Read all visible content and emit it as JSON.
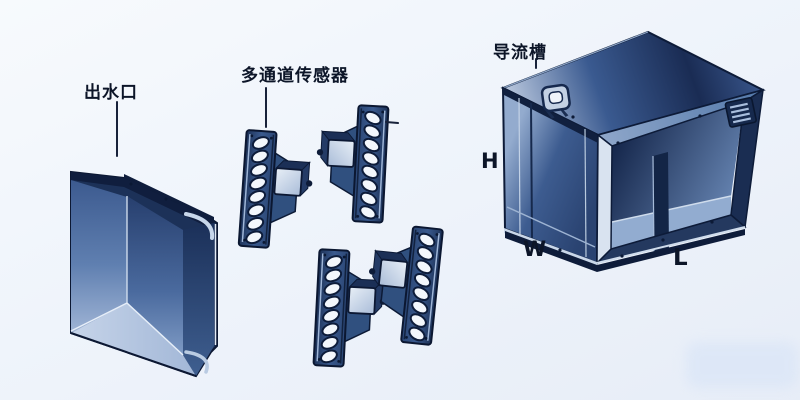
{
  "diagram": {
    "type": "exploded-view-technical-illustration",
    "callouts": [
      {
        "id": "water-outlet",
        "label": "出水口"
      },
      {
        "id": "multichannel-sensor",
        "label": "多通道传感器"
      },
      {
        "id": "flow-guide-slot",
        "label": "导流槽"
      }
    ],
    "dimension_labels": [
      {
        "label": "H"
      },
      {
        "label": "W"
      },
      {
        "label": "L"
      }
    ],
    "parts": [
      {
        "name": "water-outlet-duct"
      },
      {
        "name": "sensor-assembly",
        "count": 4,
        "holes_per_plate": 8
      },
      {
        "name": "duct-housing"
      }
    ],
    "colors": {
      "background_top": "#f7fafd",
      "background_bottom": "#e7edf7",
      "metal_dark": "#13244a",
      "metal_mid": "#3b5c93",
      "metal_light": "#a9bedd",
      "metal_highlight": "#dce7f4",
      "label_text": "#0c1528",
      "leader_line": "#18223a",
      "watermark": "#d9e5f7"
    }
  }
}
